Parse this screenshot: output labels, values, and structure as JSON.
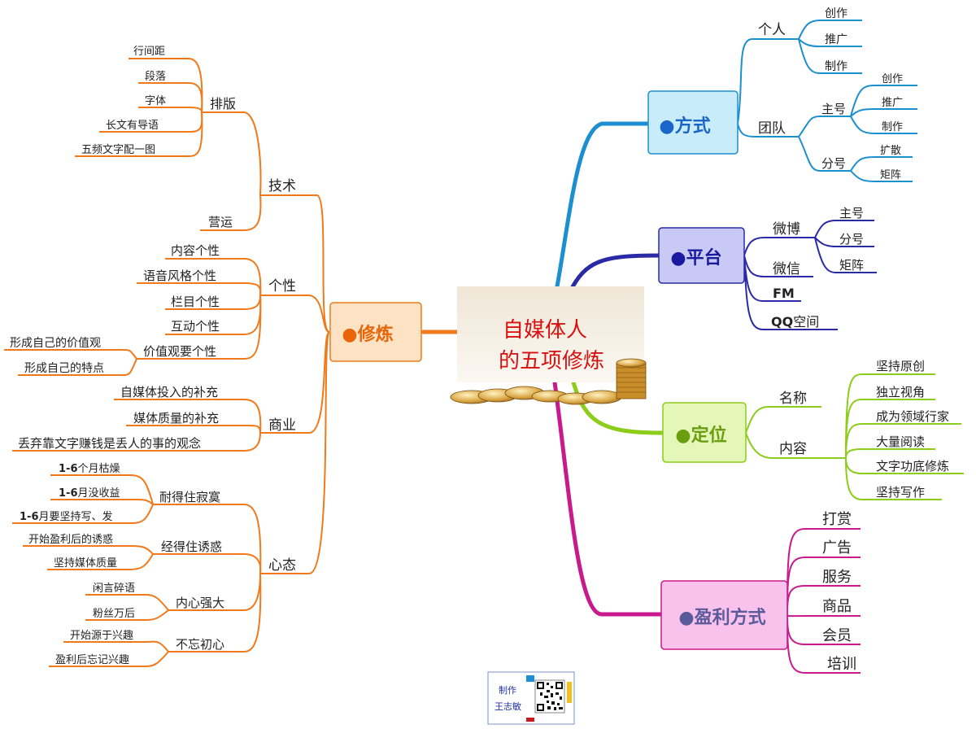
{
  "center": {
    "line1": "自媒体人",
    "line2": "的五项修炼"
  },
  "branches": {
    "xiulian": {
      "label": "●修炼",
      "color": "#f07a1a",
      "fill": "#fde2c4",
      "text_color": "#e8650a"
    },
    "fangshi": {
      "label": "●方式",
      "color": "#1b8fd0",
      "fill": "#c9ecfa",
      "text_color": "#1a66c8"
    },
    "pingtai": {
      "label": "●平台",
      "color": "#2a2aa6",
      "fill": "#c9c9f5",
      "text_color": "#1a1aa0"
    },
    "dingwei": {
      "label": "●定位",
      "color": "#8ccc1a",
      "fill": "#e4f7b8",
      "text_color": "#6a9e10"
    },
    "yingli": {
      "label": "●盈利方式",
      "color": "#c81a8c",
      "fill": "#f9c2ec",
      "text_color": "#5a5a9a"
    }
  },
  "xiulian": {
    "jishu": "技术",
    "paiban": "排版",
    "paiban_items": [
      "行间距",
      "段落",
      "字体",
      "长文有导语",
      "五频文字配一图"
    ],
    "yingyun": "营运",
    "gexing": "个性",
    "gexing_items": [
      "内容个性",
      "语音风格个性",
      "栏目个性",
      "互动个性"
    ],
    "jiazhiguan": "价值观要个性",
    "jiazhiguan_items": [
      "形成自己的价值观",
      "形成自己的特点"
    ],
    "shangye": "商业",
    "shangye_items": [
      "自媒体投入的补充",
      "媒体质量的补充",
      "丢弃靠文字赚钱是丢人的事的观念"
    ],
    "xintai": "心态",
    "naide": "耐得住寂寞",
    "naide_items": [
      {
        "bold": "1-6",
        "rest": "个月枯燥"
      },
      {
        "bold": "1-6",
        "rest": "月没收益"
      },
      {
        "bold": "1-6",
        "rest": "月要坚持写、发"
      }
    ],
    "jingde": "经得住诱惑",
    "jingde_items": [
      "开始盈利后的诱惑",
      "坚持媒体质量"
    ],
    "neixin": "内心强大",
    "neixin_items": [
      "闲言碎语",
      "粉丝万后"
    ],
    "buwang": "不忘初心",
    "buwang_items": [
      "开始源于兴趣",
      "盈利后忘记兴趣"
    ]
  },
  "fangshi": {
    "geren": "个人",
    "geren_items": [
      "创作",
      "推广",
      "制作"
    ],
    "tuandui": "团队",
    "zhuhao": "主号",
    "zhuhao_items": [
      "创作",
      "推广",
      "制作"
    ],
    "fenhao": "分号",
    "fenhao_items": [
      "扩散",
      "矩阵"
    ]
  },
  "pingtai": {
    "weibo": "微博",
    "weibo_items": [
      "主号",
      "分号",
      "矩阵"
    ],
    "weixin": "微信",
    "fm": "FM",
    "qq_bold": "QQ",
    "qq_rest": "空间"
  },
  "dingwei": {
    "mingcheng": "名称",
    "neirong": "内容",
    "neirong_items": [
      "坚持原创",
      "独立视角",
      "成为领域行家",
      "大量阅读",
      "文字功底修炼",
      "坚持写作"
    ]
  },
  "yingli": {
    "items": [
      "打赏",
      "广告",
      "服务",
      "商品",
      "会员",
      "培训"
    ]
  },
  "badge": {
    "line1": "制作",
    "line2": "王志敏"
  }
}
